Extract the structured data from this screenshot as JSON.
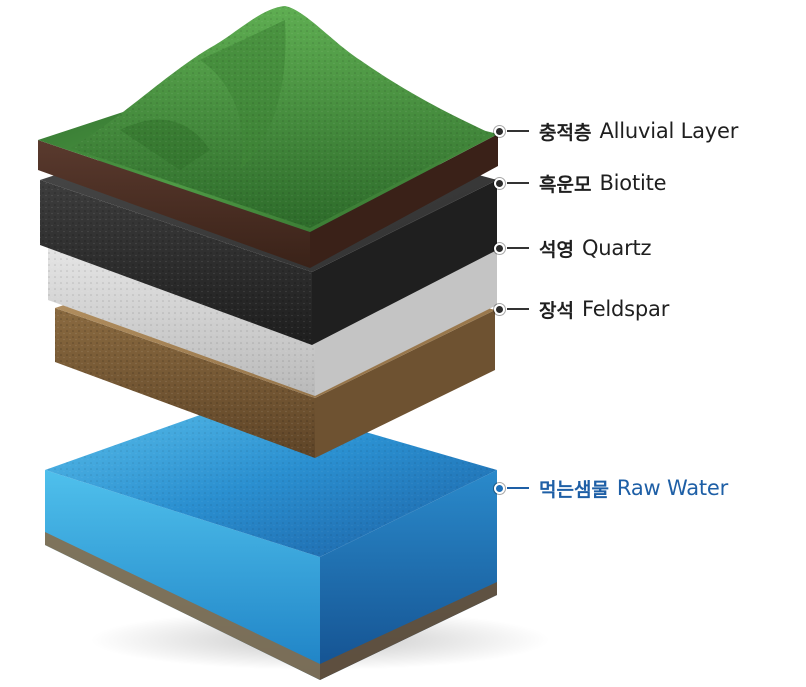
{
  "layers": [
    {
      "id": "alluvial",
      "ko": "충적층",
      "en": "Alluvial Layer",
      "color": "#3f8a3a"
    },
    {
      "id": "biotite",
      "ko": "흑운모",
      "en": "Biotite",
      "color": "#3a3a3a"
    },
    {
      "id": "quartz",
      "ko": "석영",
      "en": "Quartz",
      "color": "#dcdcdc"
    },
    {
      "id": "feldspar",
      "ko": "장석",
      "en": "Feldspar",
      "color": "#9a7a4c"
    },
    {
      "id": "water",
      "ko": "먹는샘물",
      "en": "Raw Water",
      "color": "#1e6fb8"
    }
  ]
}
